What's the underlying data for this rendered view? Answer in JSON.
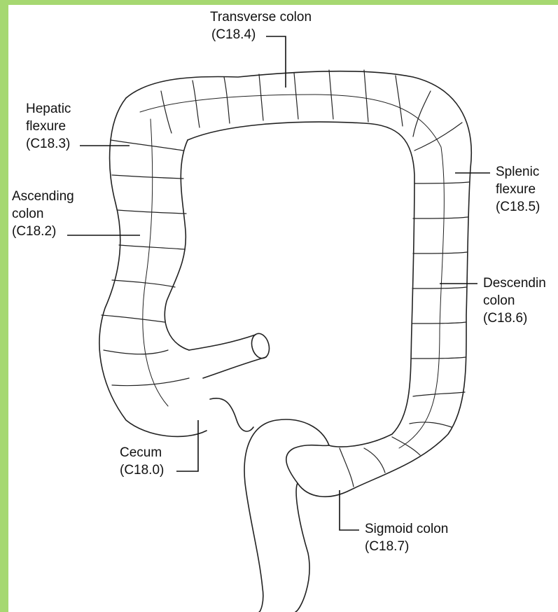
{
  "colors": {
    "frame": "#a6d871",
    "ink": "#111111",
    "background": "#ffffff"
  },
  "labels": {
    "transverse": {
      "name": "Transverse colon",
      "code": "(C18.4)"
    },
    "hepatic": {
      "line1": "Hepatic",
      "line2": "flexure",
      "code": "(C18.3)"
    },
    "ascending": {
      "line1": "Ascending",
      "line2": "colon",
      "code": "(C18.2)"
    },
    "splenic": {
      "line1": "Splenic",
      "line2": "flexure",
      "code": "(C18.5)"
    },
    "descending": {
      "line1": "Descendin",
      "line2": "colon",
      "code": "(C18.6)"
    },
    "cecum": {
      "name": "Cecum",
      "code": "(C18.0)"
    },
    "sigmoid": {
      "name": "Sigmoid colon",
      "code": "(C18.7)"
    }
  }
}
